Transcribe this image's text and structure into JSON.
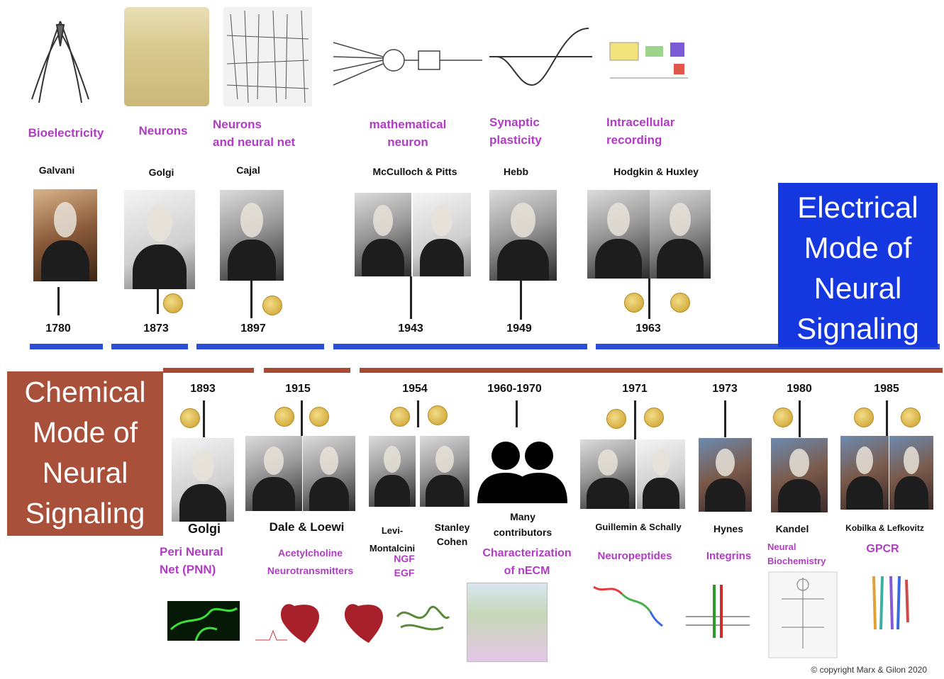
{
  "electrical": {
    "box_lines": [
      "Electrical",
      "Mode of",
      "Neural",
      "Signaling"
    ],
    "topics": [
      {
        "text": "Bioelectricity"
      },
      {
        "text": "Neurons"
      },
      {
        "text": "Neurons\nand neural net"
      },
      {
        "text": "mathematical\nneuron"
      },
      {
        "text": "Synaptic\nplasticity"
      },
      {
        "text": "Intracellular\nrecording"
      }
    ],
    "scientists": [
      "Galvani",
      "Golgi",
      "Cajal",
      "McCulloch & Pitts",
      "Hebb",
      "Hodgkin & Huxley"
    ],
    "years": [
      "1780",
      "1873",
      "1897",
      "1943",
      "1949",
      "1963"
    ]
  },
  "chemical": {
    "box_lines": [
      "Chemical",
      "Mode of",
      "Neural",
      "Signaling"
    ],
    "years": [
      "1893",
      "1915",
      "1954",
      "1960-1970",
      "1971",
      "1973",
      "1980",
      "1985"
    ],
    "scientists": [
      "Golgi",
      "Dale & Loewi",
      "Levi-\nMontalcini",
      "Stanley\nCohen",
      "Many\ncontributors",
      "Guillemin & Schally",
      "Hynes",
      "Kandel",
      "Kobilka & Lefkovitz"
    ],
    "topics": [
      {
        "text": "Peri Neural\nNet (PNN)"
      },
      {
        "text": "Acetylcholine\nNeurotransmitters"
      },
      {
        "text": "NGF\nEGF"
      },
      {
        "text": "Characterization\nof nECM"
      },
      {
        "text": "Neuropeptides"
      },
      {
        "text": "Integrins"
      },
      {
        "text": "Neural\nBiochemistry"
      },
      {
        "text": "GPCR"
      }
    ]
  },
  "copyright": "© copyright Marx & Gilon 2020",
  "colors": {
    "topic": "#b13bc4",
    "electrical_bar": "#2a4fd6",
    "chemical_bar": "#a84a34",
    "electrical_box": "#1437e0",
    "chemical_box": "#a8503a",
    "medal": "#d9b23f"
  }
}
